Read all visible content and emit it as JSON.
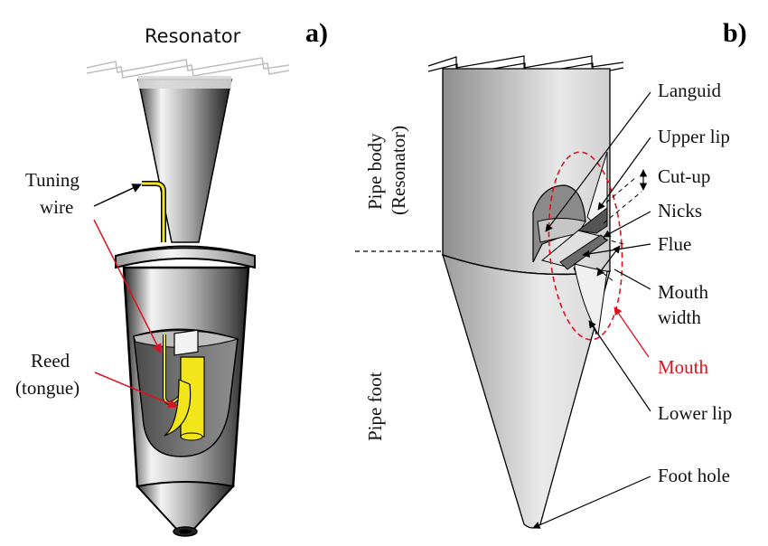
{
  "figure": {
    "panels": [
      {
        "id": "a",
        "letter": "a)",
        "title": "Resonator",
        "description": "Reed pipe cutaway",
        "labels": {
          "tuning_wire_line1": "Tuning",
          "tuning_wire_line2": "wire",
          "reed_line1": "Reed",
          "reed_line2": "(tongue)"
        }
      },
      {
        "id": "b",
        "letter": "b)",
        "description": "Flue pipe mouth region",
        "side_labels": {
          "pipe_body_line1": "Pipe body",
          "pipe_body_line2": "(Resonator)",
          "pipe_foot": "Pipe foot"
        },
        "labels": {
          "languid": "Languid",
          "upper_lip": "Upper lip",
          "cut_up": "Cut-up",
          "nicks": "Nicks",
          "flue": "Flue",
          "mouth_width_line1": "Mouth",
          "mouth_width_line2": "width",
          "mouth": "Mouth",
          "lower_lip": "Lower lip",
          "foot_hole": "Foot hole"
        }
      }
    ],
    "colors": {
      "annotation_red": "#e0101c",
      "reed_yellow": "#f2e61a",
      "outline": "#000000"
    }
  }
}
